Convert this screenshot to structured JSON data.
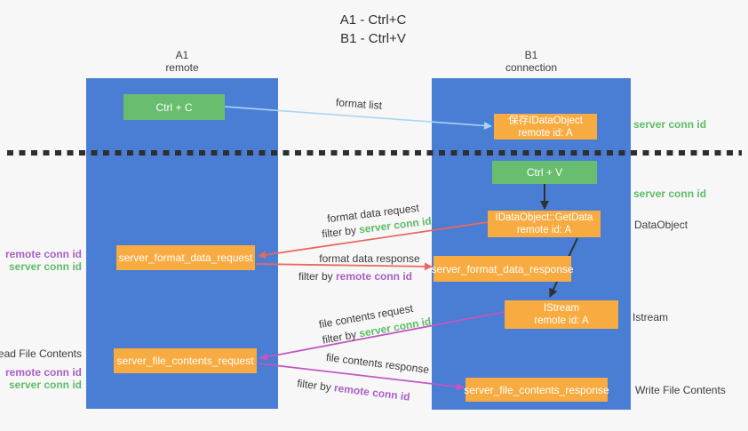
{
  "title": {
    "line1": "A1 - Ctrl+C",
    "line2": "B1 - Ctrl+V"
  },
  "columns": {
    "a1": {
      "id": "A1",
      "label": "remote"
    },
    "b1": {
      "id": "B1",
      "label": "connection"
    }
  },
  "nodes": {
    "ctrl_c": {
      "label": "Ctrl + C"
    },
    "ctrl_v": {
      "label": "Ctrl + V"
    },
    "save_dataobject": {
      "line1": "保存IDataObject",
      "line2": "remote id: A"
    },
    "getdata": {
      "line1": "IDataObject::GetData",
      "line2": "remote id: A"
    },
    "istream": {
      "line1": "IStream",
      "line2": "remote id: A"
    },
    "format_request": {
      "label": "server_format_data_request"
    },
    "format_response": {
      "label": "server_format_data_response"
    },
    "file_request": {
      "label": "server_file_contents_request"
    },
    "file_response": {
      "label": "server_file_contents_response"
    }
  },
  "left_labels": {
    "remote_conn_id_1": "remote conn id",
    "server_conn_id_1": "server conn id",
    "read_file_contents": "Read File Contents",
    "remote_conn_id_2": "remote conn id",
    "server_conn_id_2": "server conn id"
  },
  "right_labels": {
    "server_conn_id_1": "server conn id",
    "server_conn_id_2": "server conn id",
    "dataobject": "DataObject",
    "istream": "Istream",
    "write_file_contents": "Write File Contents"
  },
  "flow_labels": {
    "format_list": {
      "text": "format list"
    },
    "format_data_request": {
      "text": "format data request"
    },
    "filter_by_server_1": {
      "prefix": "filter by ",
      "highlight": "server conn id"
    },
    "format_data_response": {
      "text": "format data response"
    },
    "filter_by_remote_1": {
      "prefix": "filter by ",
      "highlight": "remote conn id"
    },
    "file_contents_request": {
      "text": "file contents request"
    },
    "filter_by_server_2": {
      "prefix": "filter by ",
      "highlight": "server conn id"
    },
    "file_contents_response": {
      "text": "file contents response"
    },
    "filter_by_remote_2": {
      "prefix": "filter by ",
      "highlight": "remote conn id"
    }
  },
  "colors": {
    "lifeline_blue": "#4a7dd4",
    "node_green": "#68bd6e",
    "node_orange": "#f8ab41",
    "server_conn_green": "#5fbc66",
    "remote_conn_purple": "#a95fc5",
    "request_red": "#e8695e",
    "file_magenta": "#c158c0",
    "format_list_blue": "#a9d5f5",
    "black_arrow": "#303030",
    "divider_black": "#2e2e2e"
  }
}
